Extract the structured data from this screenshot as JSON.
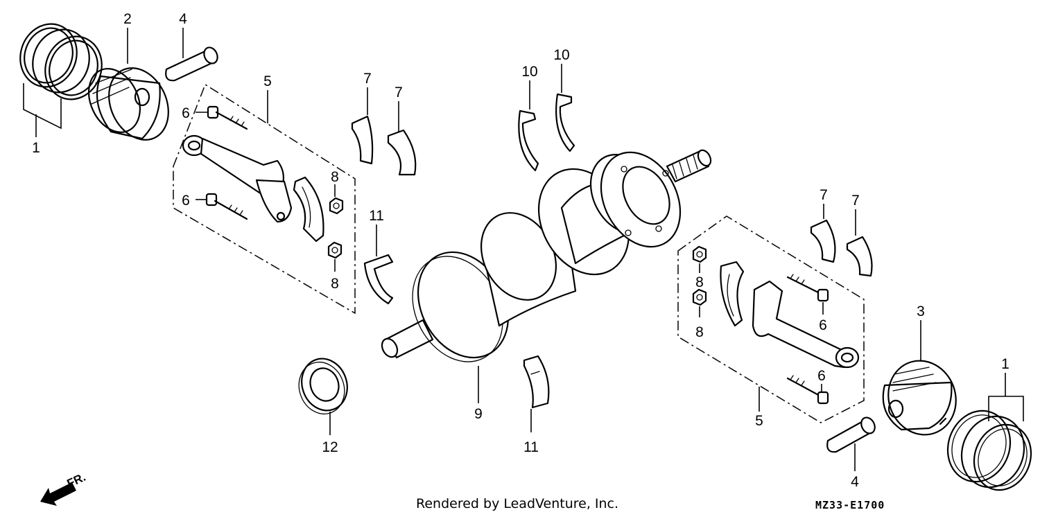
{
  "labels": {
    "piston_rings": "1",
    "piston_left": "2",
    "piston_right": "3",
    "piston_pin": "4",
    "connecting_rod": "5",
    "rod_bolt": "6",
    "rod_bearing": "7",
    "rod_nut": "8",
    "crankshaft": "9",
    "thrust_washer": "10",
    "main_bearing": "11",
    "oil_seal": "12"
  },
  "front_marker": "FR.",
  "footer": {
    "credit": "Rendered by LeadVenture, Inc.",
    "diagram_code": "MZ33-E1700"
  }
}
